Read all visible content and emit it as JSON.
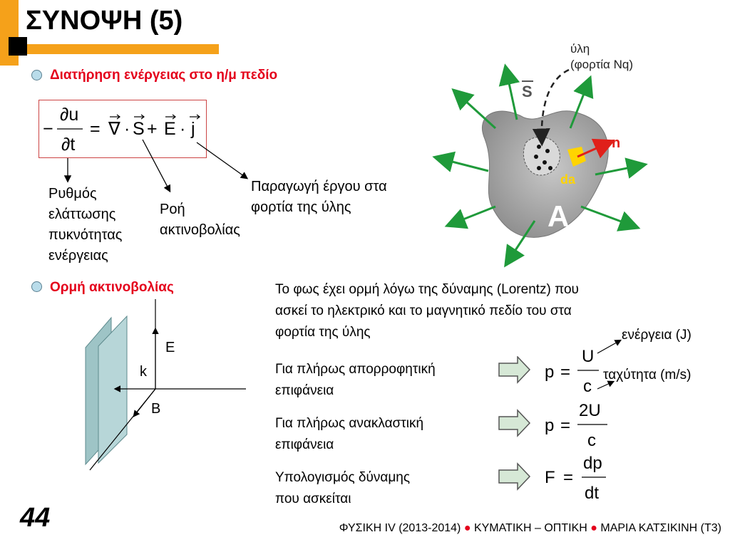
{
  "slide": {
    "title": "ΣΥΝΟΨΗ (5)",
    "page_number": "44"
  },
  "section1": {
    "heading": "Διατήρηση ενέργειας στο η/μ πεδίο",
    "labels": {
      "rate": [
        "Ρυθμός",
        "ελάττωσης",
        "πυκνότητας",
        "ενέργειας"
      ],
      "flux": [
        "Ροή",
        "ακτινοβολίας"
      ],
      "work": [
        "Παραγωγή έργου στα",
        "φορτία της ύλης"
      ]
    }
  },
  "diagram": {
    "matter_label": [
      "ύλη",
      "(φορτία Nq)"
    ],
    "s_label": "S",
    "n_label": "n",
    "da_label": "da",
    "a_label": "A",
    "colors": {
      "blob": "#a8a8a8",
      "arrow": "#1f9a3a",
      "n_arrow": "#e0201a",
      "da_patch": "#ffd400",
      "da_text": "#ffd400"
    }
  },
  "section2": {
    "heading": "Ορμή ακτινοβολίας",
    "intro": [
      "Το φως έχει ορμή λόγω της δύναμης (Lorentz) που",
      "ασκεί το ηλεκτρικό και το μαγνητικό πεδίο του στα",
      "φορτία της ύλης"
    ],
    "energy_note": "ενέργεια (J)",
    "speed_note": "ταχύτητα (m/s)",
    "cases": [
      {
        "text": [
          "Για πλήρως απορροφητική",
          "επιφάνεια"
        ],
        "eq_lhs": "p",
        "eq_num": "U",
        "eq_den": "c"
      },
      {
        "text": [
          "Για πλήρως ανακλαστική",
          "επιφάνεια"
        ],
        "eq_lhs": "p",
        "eq_num": "2U",
        "eq_den": "c"
      },
      {
        "text": [
          "Υπολογισμός δύναμης",
          "που ασκείται"
        ],
        "eq_lhs": "F",
        "eq_num": "dp",
        "eq_den": "dt"
      }
    ],
    "axes": {
      "e": "E",
      "k": "k",
      "b": "B"
    }
  },
  "footer": {
    "part1": "ΦΥΣΙΚΗ IV (2013-2014)",
    "sep": "●",
    "part2": "ΚΥΜΑΤΙΚΗ – ΟΠΤΙΚΗ",
    "part3": "ΜΑΡΙΑ ΚΑΤΣΙΚΙΝΗ (Τ3)"
  }
}
